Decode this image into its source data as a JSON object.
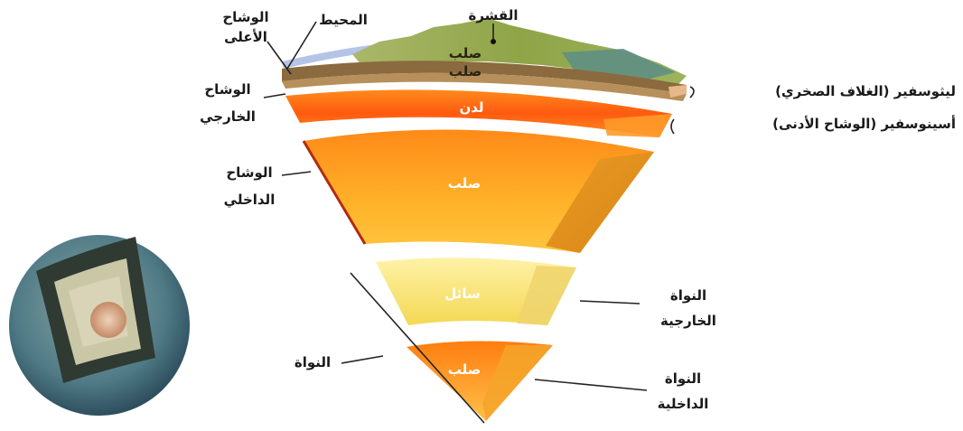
{
  "labels": {
    "crust": "القشرة",
    "ocean": "المحيط",
    "upper_mantle_l1": "الوشاح",
    "upper_mantle_l2": "الأعلى",
    "outer_mantle_l1": "الوشاح",
    "outer_mantle_l2": "الخارجي",
    "inner_mantle_l1": "الوشاح",
    "inner_mantle_l2": "الداخلي",
    "lithosphere": "ليثوسفير (الغلاف الصخري)",
    "asthenosphere": "أسينوسفير (الوشاح الأدنى)",
    "outer_core_l1": "النواة",
    "outer_core_l2": "الخارجية",
    "core": "النواة",
    "inner_core_l1": "النواة",
    "inner_core_l2": "الداخلية"
  },
  "layer_states": {
    "crust_solid_1": "صلب",
    "crust_solid_2": "صلب",
    "asthenosphere_state": "لدن",
    "mantle_state": "صلب",
    "outer_core_state": "سائل",
    "inner_core_state": "صلب"
  },
  "colors": {
    "ocean": "#9fb3d9",
    "crust_brown": "#8a6a3e",
    "land_green": "#8fa84f",
    "asthenosphere": "#ff7a1a",
    "mantle": "#ffa51e",
    "outer_core": "#f4de6a",
    "inner_core": "#ff9a1a",
    "globe_ocean": "#4f7a86"
  }
}
